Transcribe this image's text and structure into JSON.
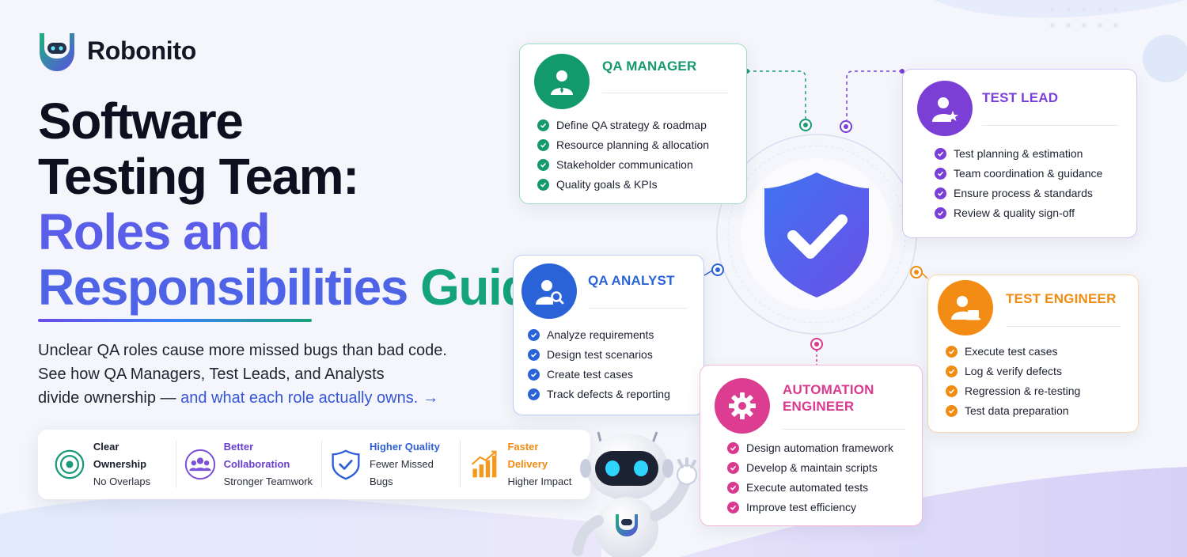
{
  "brand": {
    "name": "Robonito"
  },
  "headline": {
    "line1": "Software",
    "line2": "Testing Team:",
    "line3": "Roles and",
    "line4_part1": "Responsibilities ",
    "line4_part2": "Guide"
  },
  "intro": {
    "line1": "Unclear QA roles cause more missed bugs than bad code.",
    "line2": "See how QA Managers, Test Leads, and Analysts",
    "line3_prefix": "divide ownership — ",
    "line3_link": "and what each role actually owns.",
    "arrow": "→"
  },
  "benefits": [
    {
      "title": "Clear Ownership",
      "subtitle": "No Overlaps",
      "icon": "target-icon",
      "color": "#1a9a78"
    },
    {
      "title": "Better Collaboration",
      "subtitle": "Stronger Teamwork",
      "icon": "team-icon",
      "color": "#7b4fd8"
    },
    {
      "title": "Higher Quality",
      "subtitle": "Fewer Missed Bugs",
      "icon": "shield-check-icon",
      "color": "#2f5fd6"
    },
    {
      "title": "Faster Delivery",
      "subtitle": "Higher Impact",
      "icon": "growth-chart-icon",
      "color": "#f39a1c"
    }
  ],
  "roles": {
    "qa_manager": {
      "title": "QA MANAGER",
      "color": "#149a6e",
      "icon": "manager-icon",
      "items": [
        "Define QA strategy & roadmap",
        "Resource planning & allocation",
        "Stakeholder communication",
        "Quality goals & KPIs"
      ]
    },
    "test_lead": {
      "title": "TEST LEAD",
      "color": "#7a3fd6",
      "icon": "lead-star-icon",
      "items": [
        "Test planning & estimation",
        "Team coordination & guidance",
        "Ensure process & standards",
        "Review & quality sign-off"
      ]
    },
    "qa_analyst": {
      "title": "QA ANALYST",
      "color": "#2a63d8",
      "icon": "analyst-search-icon",
      "items": [
        "Analyze requirements",
        "Design test scenarios",
        "Create test cases",
        "Track defects & reporting"
      ]
    },
    "test_engineer": {
      "title": "TEST ENGINEER",
      "color": "#f08c12",
      "icon": "engineer-laptop-icon",
      "items": [
        "Execute test cases",
        "Log & verify defects",
        "Regression & re-testing",
        "Test data preparation"
      ]
    },
    "automation_engineer": {
      "title_line1": "AUTOMATION",
      "title_line2": "ENGINEER",
      "color": "#d93a8f",
      "icon": "gear-icon",
      "items": [
        "Design automation framework",
        "Develop & maintain scripts",
        "Execute automated tests",
        "Improve test efficiency"
      ]
    }
  }
}
